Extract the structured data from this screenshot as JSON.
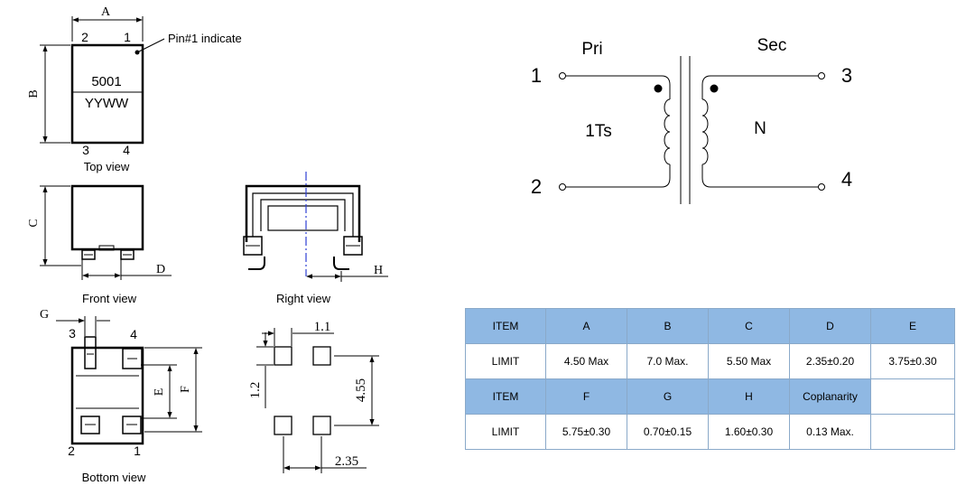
{
  "top_view": {
    "dim_a": "A",
    "dim_b": "B",
    "pin_tl": "2",
    "pin_tr": "1",
    "pin_bl": "3",
    "pin_br": "4",
    "marking_line1": "5001",
    "marking_line2": "YYWW",
    "pin1_note": "Pin#1 indicate",
    "caption": "Top view"
  },
  "front_view": {
    "dim_c": "C",
    "dim_d": "D",
    "caption": "Front view"
  },
  "right_view": {
    "dim_h": "H",
    "caption": "Right view"
  },
  "bottom_view": {
    "dim_g": "G",
    "dim_e": "E",
    "dim_f": "F",
    "pin_tl": "3",
    "pin_tr": "4",
    "pin_bl": "2",
    "pin_br": "1",
    "caption": "Bottom view"
  },
  "footprint": {
    "dim_pad_w": "1.1",
    "dim_pad_h": "1.2",
    "dim_vertical": "4.55",
    "dim_horizontal": "2.35"
  },
  "schematic": {
    "primary_label": "Pri",
    "secondary_label": "Sec",
    "pin1": "1",
    "pin2": "2",
    "pin3": "3",
    "pin4": "4",
    "primary_turns": "1Ts",
    "secondary_turns": "N"
  },
  "table": {
    "rows": [
      [
        "ITEM",
        "A",
        "B",
        "C",
        "D",
        "E"
      ],
      [
        "LIMIT",
        "4.50 Max",
        "7.0 Max.",
        "5.50 Max",
        "2.35±0.20",
        "3.75±0.30"
      ],
      [
        "ITEM",
        "F",
        "G",
        "H",
        "Coplanarity",
        ""
      ],
      [
        "LIMIT",
        "5.75±0.30",
        "0.70±0.15",
        "1.60±0.30",
        "0.13 Max.",
        ""
      ]
    ]
  }
}
